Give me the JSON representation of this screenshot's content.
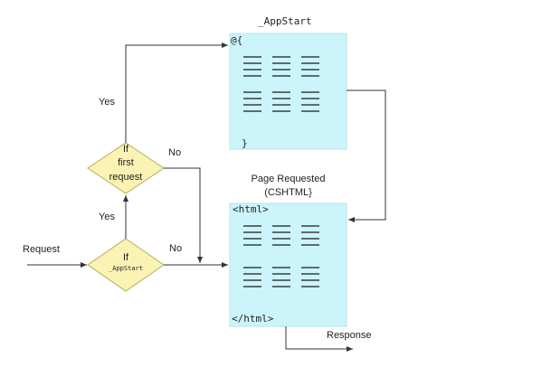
{
  "colors": {
    "box_fill": "#ccf5fb",
    "diamond_fill": "#fbf3b3",
    "diamond_stroke": "#b4ac5e",
    "line": "#333333"
  },
  "appstart_box": {
    "title": "_AppStart",
    "open_text": "@{",
    "close_text": "}"
  },
  "page_box": {
    "title_line1": "Page Requested",
    "title_line2": "(CSHTML}",
    "open_text": "<html>",
    "close_text": "</html>"
  },
  "decision_first_request": {
    "line1": "If",
    "line2": "first",
    "line3": "request"
  },
  "decision_appstart": {
    "line1": "If",
    "line2": "_AppStart"
  },
  "edges": {
    "request": "Request",
    "yes_upper": "Yes",
    "yes_lower": "Yes",
    "no_upper": "No",
    "no_lower": "No",
    "response": "Response"
  }
}
